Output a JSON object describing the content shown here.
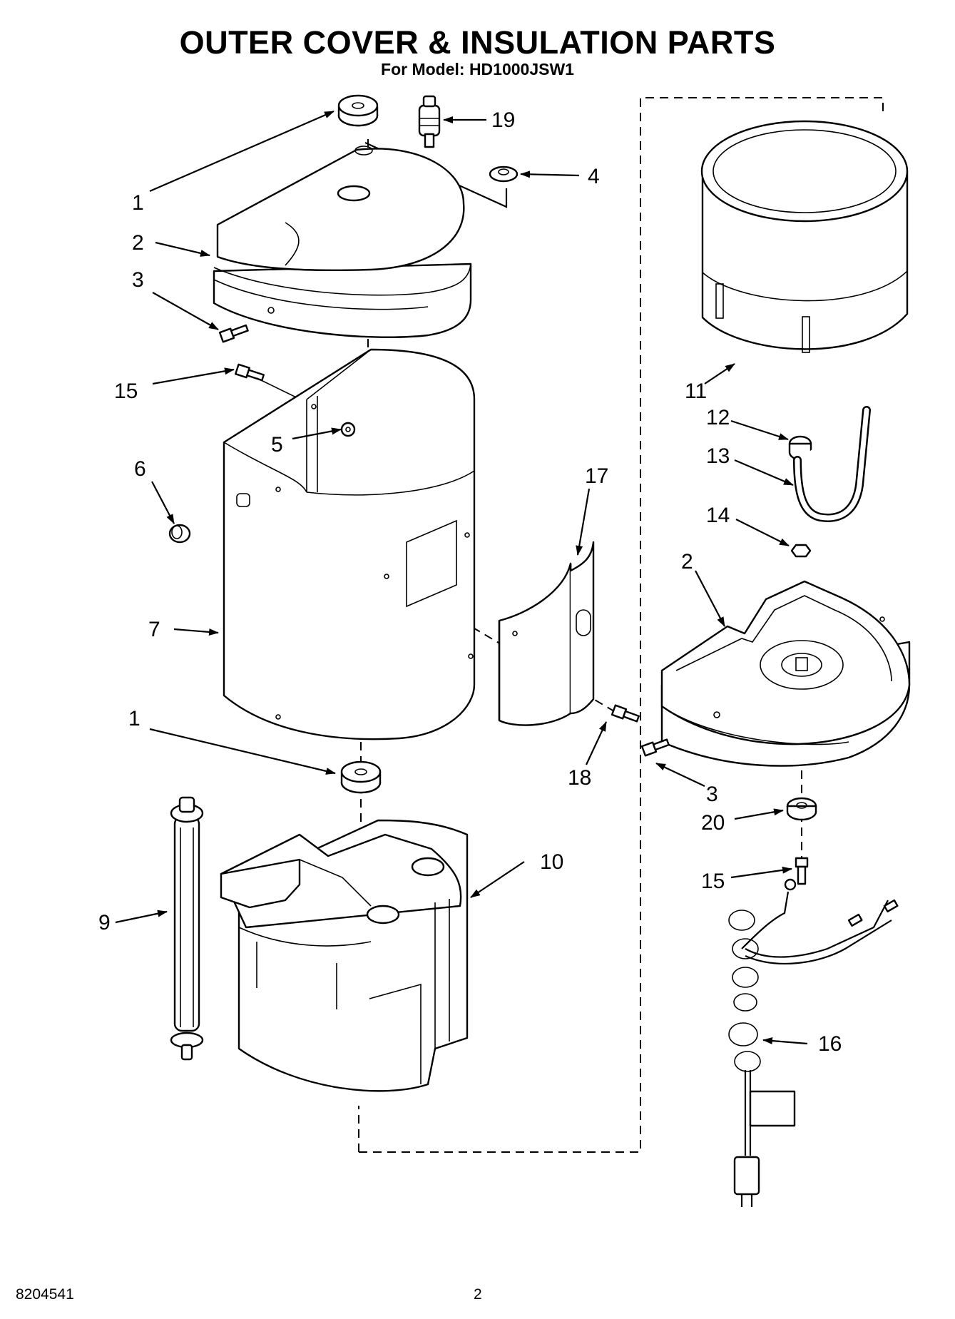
{
  "header": {
    "title": "OUTER COVER & INSULATION PARTS",
    "subtitle": "For Model: HD1000JSW1"
  },
  "footer": {
    "doc_number": "8204541",
    "page_number": "2"
  },
  "callouts": [
    "1",
    "19",
    "4",
    "2",
    "3",
    "15",
    "5",
    "6",
    "7",
    "17",
    "1",
    "18",
    "9",
    "10",
    "11",
    "12",
    "13",
    "14",
    "2",
    "3",
    "20",
    "15",
    "16"
  ]
}
